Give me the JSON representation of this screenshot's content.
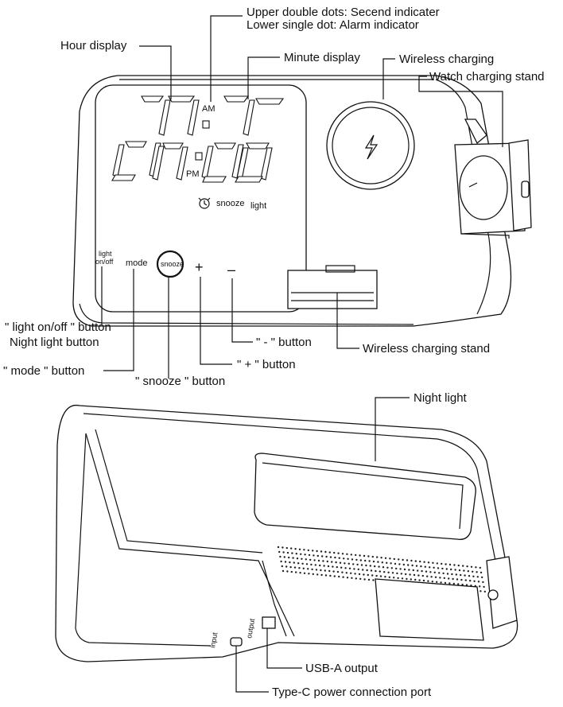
{
  "labels": {
    "dots_line1": "Upper double dots: Secend indicater",
    "dots_line2": "Lower single dot: Alarm indicator",
    "hour_display": "Hour display",
    "minute_display": "Minute display",
    "wireless_charging": "Wireless charging",
    "watch_stand": "Watch charging stand",
    "light_button_line1": "\" light on/off \" button",
    "light_button_line2": "Night light button",
    "mode_button": "\" mode \" button",
    "snooze_button": "\" snooze \" button",
    "plus_button": "\" + \" button",
    "minus_button": "\" - \" button",
    "wireless_stand": "Wireless charging stand",
    "night_light": "Night light",
    "usb_a": "USB-A output",
    "type_c": "Type-C power connection port"
  },
  "device": {
    "am": "AM",
    "pm": "PM",
    "snooze": "snooze",
    "light": "light",
    "light_onoff_1": "light",
    "light_onoff_2": "on/off",
    "mode": "mode",
    "snooze_btn": "snooze",
    "plus": "+",
    "minus": "–",
    "port_input": "input",
    "port_output": "output"
  }
}
